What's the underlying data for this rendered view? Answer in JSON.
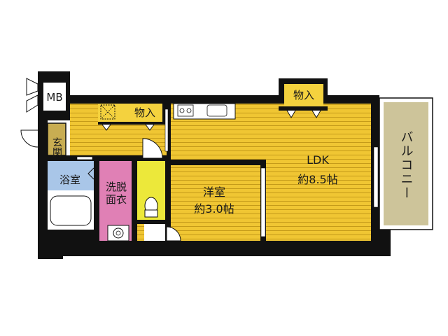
{
  "colors": {
    "wall": "#111111",
    "floor": "#f0c633",
    "floor_line": "#b98f12",
    "storage": "#f4d23e",
    "bath": "#a9c6e8",
    "washroom": "#e080b5",
    "toilet": "#ece83a",
    "balcony": "#cdc49a",
    "entrance": "#c8ad52",
    "white": "#ffffff"
  },
  "rooms": {
    "mb": "MB",
    "genkan": "玄関",
    "storage_top": "物入",
    "storage_ldk": "物入",
    "bath": "浴室",
    "washroom_l1": "洗脱",
    "washroom_l2": "面衣",
    "western_name": "洋室",
    "western_size": "約3.0帖",
    "ldk_name": "LDK",
    "ldk_size": "約8.5帖",
    "balcony": "バルコニー"
  }
}
